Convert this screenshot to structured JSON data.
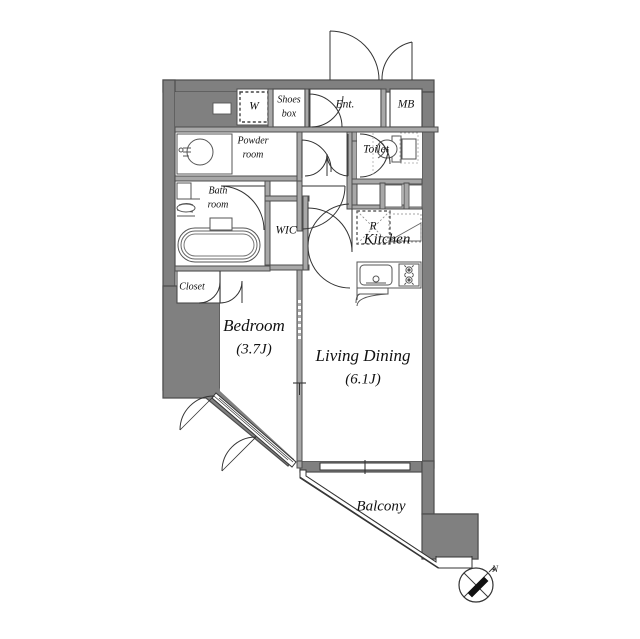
{
  "plan": {
    "type": "floor-plan",
    "unit_system": "J (tatami mats)",
    "colors": {
      "wall_fill": "#808080",
      "wall_stroke": "#4d4d4d",
      "interior_wall": "#a8a8a8",
      "line": "#333333",
      "background": "#ffffff",
      "fixture_line": "#555555",
      "text": "#111111"
    },
    "rooms": [
      {
        "id": "living-dining",
        "label": "Living Dining",
        "area": "(6.1J)",
        "size": "xl"
      },
      {
        "id": "bedroom",
        "label": "Bedroom",
        "area": "(3.7J)",
        "size": "xl"
      },
      {
        "id": "kitchen",
        "label": "Kitchen",
        "area": "",
        "size": "lg"
      },
      {
        "id": "balcony",
        "label": "Balcony",
        "area": "",
        "size": "lg"
      },
      {
        "id": "entrance",
        "label": "Ent.",
        "area": "",
        "size": "md"
      },
      {
        "id": "toilet",
        "label": "Toilet",
        "area": "",
        "size": "md"
      },
      {
        "id": "wic",
        "label": "WIC",
        "area": "",
        "size": "md"
      },
      {
        "id": "closet",
        "label": "Closet",
        "area": "",
        "size": "sm"
      },
      {
        "id": "meter-box",
        "label": "MB",
        "area": "",
        "size": "md"
      }
    ],
    "bath": {
      "line1": "Bath",
      "line2": "room"
    },
    "powder": {
      "line1": "Powder",
      "line2": "room"
    },
    "shoes": {
      "line1": "Shoes",
      "line2": "box"
    },
    "washer_label": "W",
    "fridge_label": "R",
    "compass": {
      "name": "compass-rose",
      "direction": "N",
      "needle_label": "N"
    },
    "fixtures": [
      "bathtub",
      "vanity-sink",
      "toilet-bowl",
      "kitchen-sink",
      "gas-stove-2burner",
      "washing-machine-space",
      "refrigerator-space",
      "powder-room-basin"
    ]
  }
}
